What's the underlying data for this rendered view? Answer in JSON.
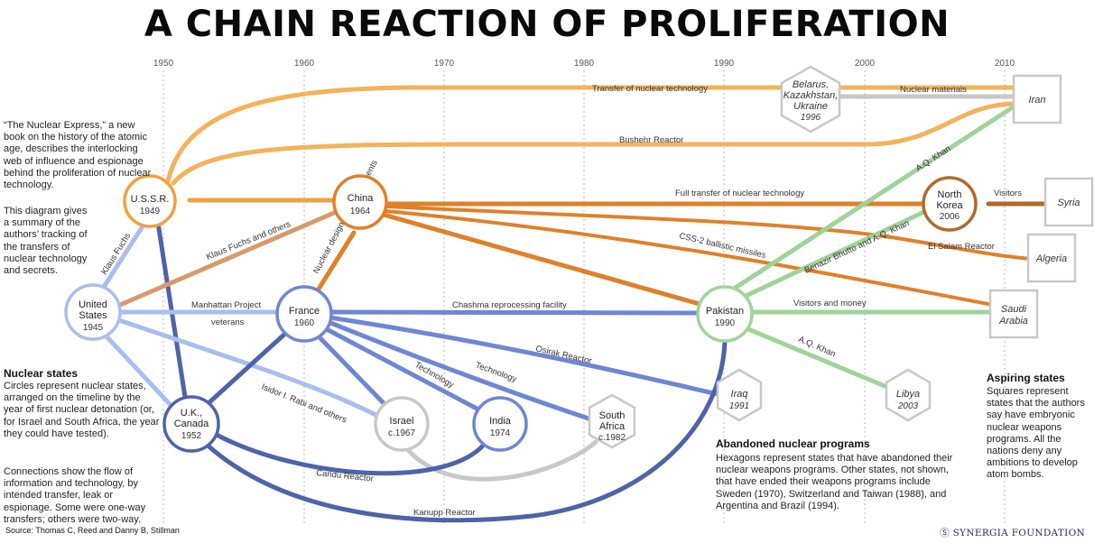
{
  "title": "A CHAIN REACTION OF PROLIFERATION",
  "timeline_years": [
    "1950",
    "1960",
    "1970",
    "1980",
    "1990",
    "2000",
    "2010"
  ],
  "nuclear_states": [
    {
      "id": "ussr",
      "name": "U.S.S.R.",
      "year": "1949"
    },
    {
      "id": "china",
      "name": "China",
      "year": "1964"
    },
    {
      "id": "usa",
      "name": "United States",
      "year": "1945"
    },
    {
      "id": "france",
      "name": "France",
      "year": "1960"
    },
    {
      "id": "ukcanada",
      "name": "U.K., Canada",
      "year": "1952"
    },
    {
      "id": "israel",
      "name": "Israel",
      "year": "c.1967"
    },
    {
      "id": "india",
      "name": "India",
      "year": "1974"
    },
    {
      "id": "pakistan",
      "name": "Pakistan",
      "year": "1990"
    },
    {
      "id": "northkorea",
      "name": "North Korea",
      "year": "2006"
    }
  ],
  "abandoned_states": [
    {
      "id": "belarus",
      "name": "Belarus, Kazakhstan, Ukraine",
      "year": "1996"
    },
    {
      "id": "southafrica",
      "name": "South Africa",
      "year": "c.1982"
    },
    {
      "id": "iraq",
      "name": "Iraq",
      "year": "1991"
    },
    {
      "id": "libya",
      "name": "Libya",
      "year": "2003"
    }
  ],
  "aspiring_states": [
    {
      "id": "iran",
      "name": "Iran"
    },
    {
      "id": "syria",
      "name": "Syria"
    },
    {
      "id": "algeria",
      "name": "Algeria"
    },
    {
      "id": "saudi",
      "name": "Saudi Arabia"
    }
  ],
  "connection_labels": {
    "transfer_tech": "Transfer of nuclear technology",
    "nuclear_materials": "Nuclear materials",
    "bushehr": "Bushehr Reactor",
    "full_transfer": "Full transfer of nuclear technology",
    "visitors": "Visitors",
    "aq_khan_iran": "A.Q. Khan",
    "bhutto_khan": "Benazir Bhutto and A.Q. Khan",
    "el_salam": "El Salam Reactor",
    "css2": "CSS-2 ballistic missiles",
    "visitors_money": "Visitors and money",
    "aq_khan_libya": "A.Q. Khan",
    "klaus_fuchs": "Klaus Fuchs",
    "klaus_fuchs_others": "Klaus Fuchs and others",
    "nuclear_designs": "Nuclear designs and experiments",
    "manhattan_1": "Manhattan Project",
    "manhattan_2": "veterans",
    "chashma": "Chashma reprocessing facility",
    "osirak": "Osirak Reactor",
    "technology_1": "Technology",
    "technology_2": "Technology",
    "rabi": "Isidor I. Rabi and others",
    "candu": "Candu Reactor",
    "kanupp": "Kanupp Reactor"
  },
  "intro_text": "“The Nuclear Express,” a new book on the history of the atomic age, describes the interlocking web of influence and espionage behind the proliferation of nuclear technology.",
  "intro_text_2": "This diagram gives a summary of the authors’ tracking of the transfers of nuclear technology and secrets.",
  "legend": {
    "nuclear_states_head": "Nuclear states",
    "nuclear_states_text": "Circles represent nuclear states, arranged on the timeline by the year of first nuclear detonation (or, for Israel and South Africa, the year they could have tested).",
    "connections_text": "Connections show the flow of information and technology, by intended transfer, leak or espionage. Some were one-way transfers; others were two-way.",
    "abandoned_head": "Abandoned nuclear programs",
    "abandoned_text": "Hexagons represent states that have abandoned their nuclear weapons programs. Other states, not shown, that have ended their weapons programs include Sweden (1970), Switzerland and Taiwan (1988), and Argentina and Brazil (1994).",
    "aspiring_head": "Aspiring states",
    "aspiring_text": "Squares represent states that the authors say have embryonic nuclear weapons programs. All the nations deny any ambitions to develop atom bombs."
  },
  "source": "Source: Thomas C, Reed and Danny B, Stillman",
  "brand": "Ⓢ SYNERGIA FOUNDATION",
  "colors": {
    "ussr": "#f0a040",
    "china": "#e0802a",
    "usa_light": "#a9bdf0",
    "france_blue": "#6e86d4",
    "uk_dark": "#4e63a8",
    "pakistan_green": "#9fd39a",
    "northkorea_brown": "#b06a2a",
    "hex_gray": "#c8c8c8"
  }
}
